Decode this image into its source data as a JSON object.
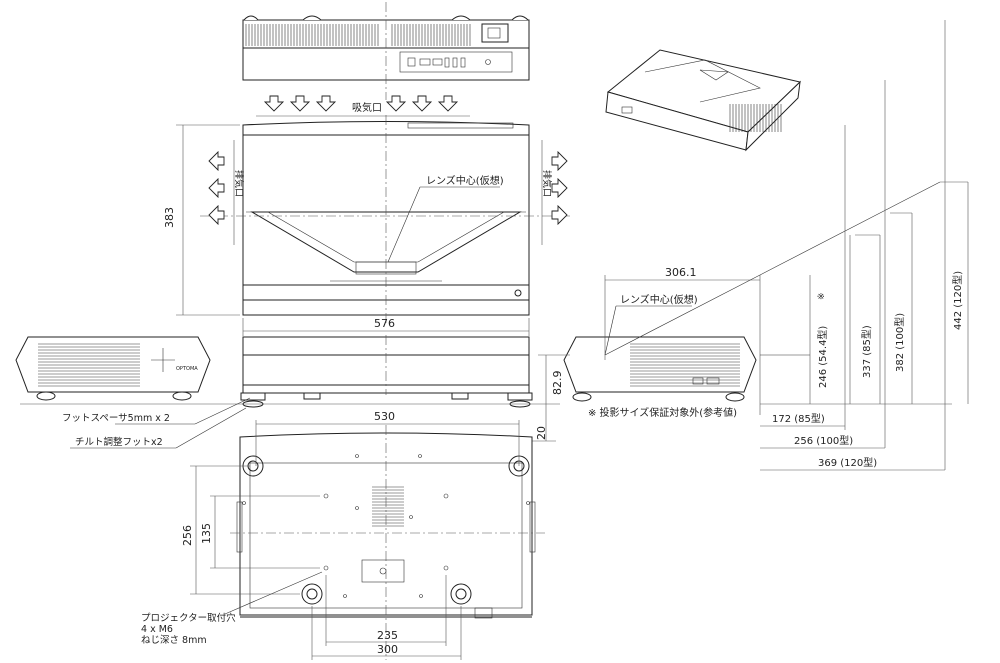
{
  "labels": {
    "intake": "吸気口",
    "exhaust_left": "排気口",
    "exhaust_right": "排気口",
    "lens_center_top": "レンズ中心(仮想)",
    "lens_center_side": "レンズ中心(仮想)",
    "foot_spacer": "フットスペーサ5mm x 2",
    "tilt_foot": "チルト調整フットx2",
    "mount_holes_1": "プロジェクター取付穴",
    "mount_holes_2": "4 x M6",
    "mount_holes_3": "ねじ深さ   8mm",
    "note": "※  投影サイズ保証対象外(参考値)",
    "asterisk": "※",
    "brand": "OPTOMA"
  },
  "dimensions": {
    "depth": "383",
    "width_top": "576",
    "bottom_width": "530",
    "spacer_20": "20",
    "height_82_9": "82.9",
    "offset_306_1": "306.1",
    "side_256": "256",
    "side_135": "135",
    "hole_235": "235",
    "hole_300": "300",
    "h_54": "246 (54.4型)",
    "h_85": "337 (85型)",
    "h_100": "382 (100型)",
    "h_120": "442 (120型)",
    "d_85": "172 (85型)",
    "d_100": "256 (100型)",
    "d_120": "369 (120型)"
  }
}
